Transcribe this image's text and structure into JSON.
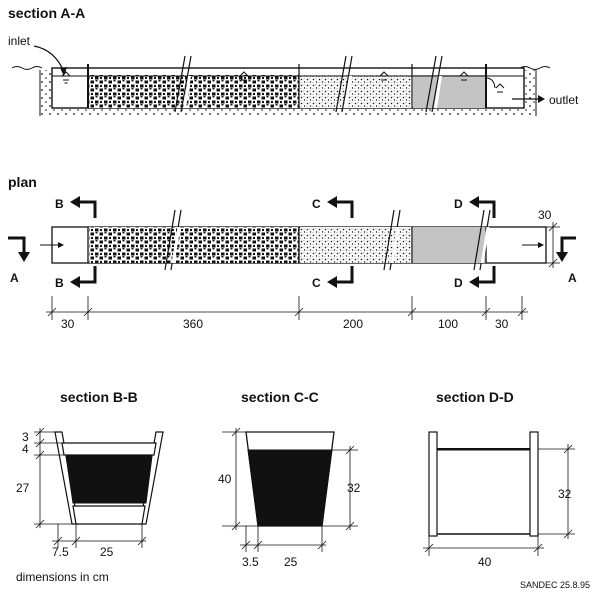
{
  "titles": {
    "section_aa": "section A-A",
    "plan": "plan",
    "section_bb": "section B-B",
    "section_cc": "section C-C",
    "section_dd": "section D-D"
  },
  "labels": {
    "inlet": "inlet",
    "outlet": "outlet",
    "units_note": "dimensions in cm",
    "credit": "SANDEC 25.8.95"
  },
  "cut_markers": {
    "a_left": "A",
    "a_right": "A",
    "b_top": "B",
    "b_bottom": "B",
    "c_top": "C",
    "c_bottom": "C",
    "d_top": "D",
    "d_bottom": "D"
  },
  "plan_dims": {
    "inlet": "30",
    "coarse": "360",
    "medium": "200",
    "fine": "100",
    "outlet": "30",
    "width": "30"
  },
  "bb_dims": {
    "d1": "3",
    "d2": "4",
    "d3": "27",
    "d4": "7.5",
    "d5": "25"
  },
  "cc_dims": {
    "height": "40",
    "depth": "32",
    "offset": "3.5",
    "width": "25"
  },
  "dd_dims": {
    "height": "32",
    "width": "40"
  },
  "colors": {
    "ink": "#111111",
    "fine_fill": "#c4c4c4",
    "background": "#ffffff"
  }
}
